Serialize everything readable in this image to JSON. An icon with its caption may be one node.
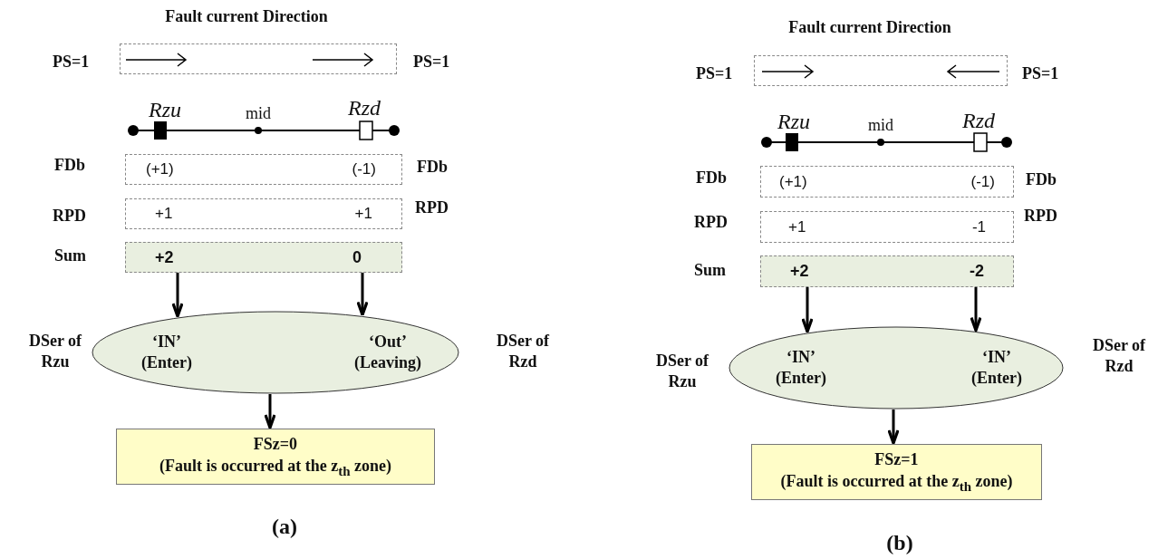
{
  "diagram": {
    "nodes": [
      {
        "text": [],
        "shape": "box",
        "beside": [
          "PS=1",
          "PS=1"
        ]
      },
      {
        "text": [
          "(+1)",
          "(-1)"
        ],
        "beside": [
          "FDb",
          "FDb"
        ]
      },
      {
        "text": [
          "+1",
          "+1"
        ],
        "beside": [
          "RPD",
          "RPD"
        ]
      },
      {
        "text": [
          "+2",
          "0"
        ],
        "beside": [
          "Sum"
        ]
      },
      {
        "text": [
          "‘IN’ (Enter)",
          "‘Out’ (Leaving)"
        ],
        "beside": [
          "DSer of Rzu",
          "DSer of Rzd"
        ]
      },
      {
        "text": [
          "FSz=0",
          "(Fault is occurred at the z$_{th}$ zone)"
        ]
      },
      {
        "text": [],
        "shape": "box",
        "beside": [
          "PS=1",
          "PS=1"
        ]
      },
      {
        "text": [
          "(+1)",
          "(-1)"
        ],
        "beside": [
          "FDb",
          "FDb"
        ]
      },
      {
        "text": [
          "+1",
          "-1"
        ],
        "beside": [
          "RPD",
          "RPD"
        ]
      },
      {
        "text": [
          "+2",
          "-2"
        ],
        "beside": [
          "Sum"
        ]
      },
      {
        "text": [
          "‘IN’ (Enter)",
          "‘IN’ (Enter)"
        ],
        "beside": [
          "DSer of Rzu",
          "DSer of Rzd"
        ]
      },
      {
        "text": [
          "FSz=1",
          "(Fault is occurred at the z$_{th}$ zone)"
        ]
      }
    ],
    "edges": [
      {
        "from": 3,
        "to": 4,
        "arrow": "to"
      },
      {
        "from": 3,
        "to": 4,
        "arrow": "to"
      },
      {
        "from": 4,
        "to": 5,
        "arrow": "to"
      },
      {
        "from": 9,
        "to": 10,
        "arrow": "to"
      },
      {
        "from": 9,
        "to": 10,
        "arrow": "to"
      },
      {
        "from": 10,
        "to": 11,
        "arrow": "to"
      }
    ],
    "labels": [
      "Fault current Direction",
      "Rzu",
      "mid",
      "Rzd",
      "(a)",
      "Fault current Direction",
      "Rzu",
      "mid",
      "Rzd",
      "(b)"
    ]
  }
}
